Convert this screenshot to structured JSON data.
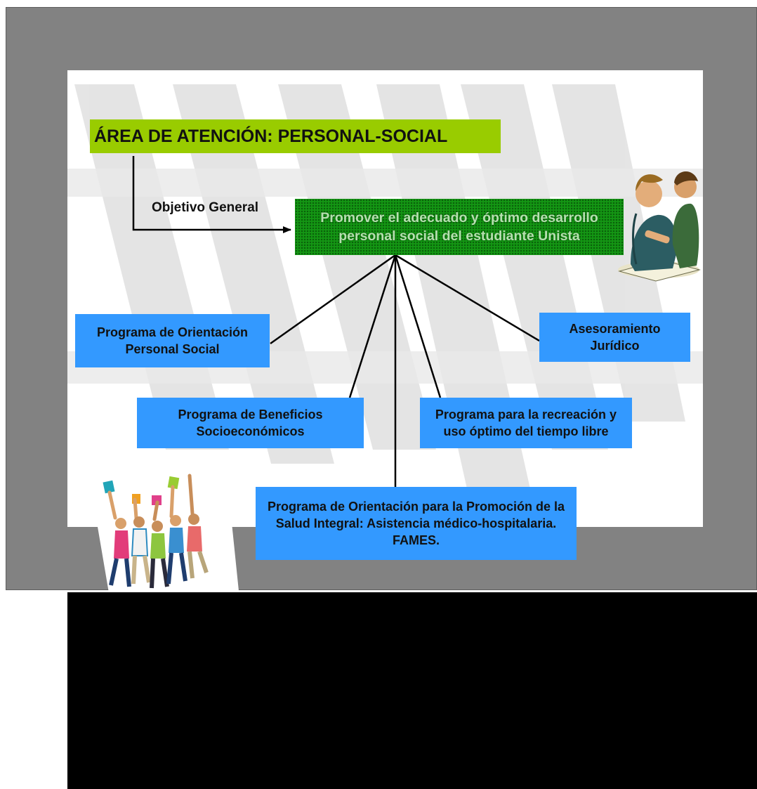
{
  "diagram": {
    "area_title": "ÁREA DE ATENCIÓN: PERSONAL-SOCIAL",
    "objective_label": "Objetivo General",
    "general_goal": "Promover el adecuado y óptimo desarrollo personal social del estudiante Unista",
    "programs": [
      "Programa de Orientación Personal Social",
      "Asesoramiento Jurídico",
      "Programa de Beneficios Socioeconómicos",
      "Programa para la recreación y uso óptimo del tiempo libre",
      "Programa de Orientación para la Promoción de la Salud Integral: Asistencia médico-hospitalaria. FAMES."
    ]
  },
  "colors": {
    "frame": "#828282",
    "title_fill": "#99cc00",
    "goal_fill": "#149614",
    "program_fill": "#3399ff"
  }
}
